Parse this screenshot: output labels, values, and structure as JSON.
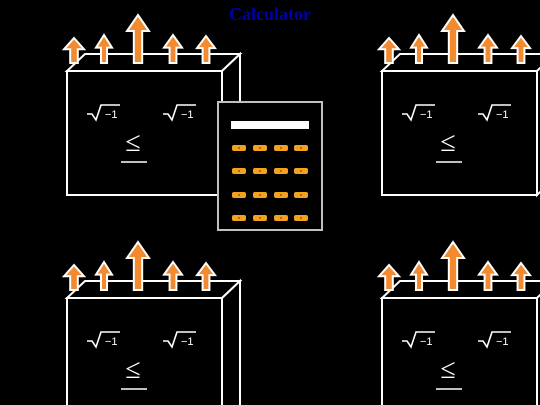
{
  "title": "Calculator",
  "colors": {
    "background": "#000000",
    "title": "#0000aa",
    "outline": "#ffffff",
    "arrow": "#f28a30",
    "calculator_frame": "#bfbfbf",
    "key_fill": "#f2a21e",
    "key_dot": "#7a4a00"
  },
  "face": {
    "left_symbol": "√−1",
    "right_symbol": "√−1",
    "mouth_symbol": "≤"
  },
  "icons": [
    "up-arrow-icon",
    "calculator-icon"
  ]
}
